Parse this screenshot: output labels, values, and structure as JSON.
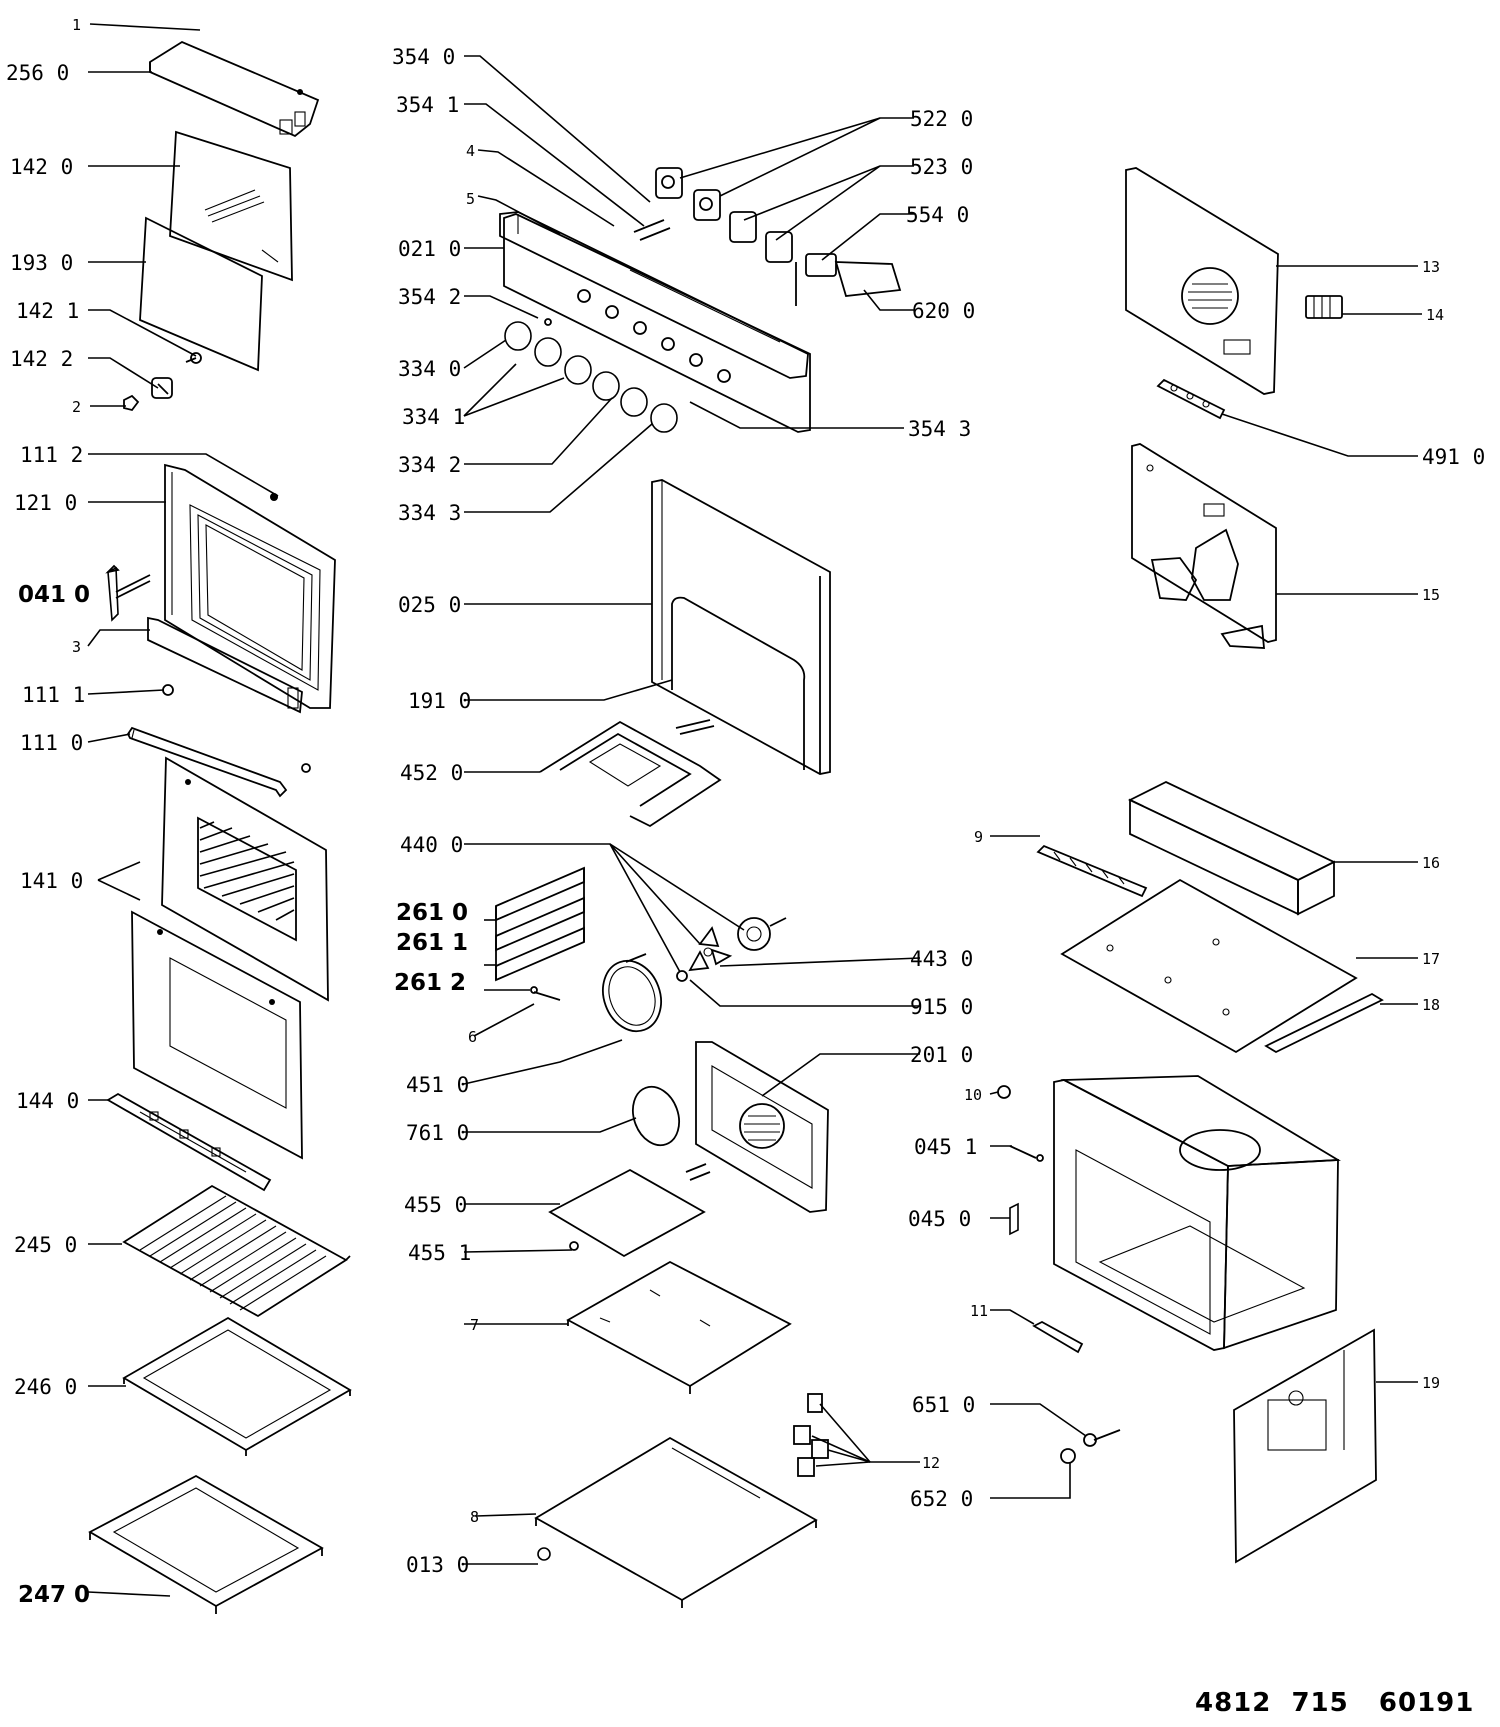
{
  "labels": {
    "p1": "1",
    "p256": "256 0",
    "p142_0": "142 0",
    "p193": "193 0",
    "p142_1": "142 1",
    "p142_2": "142 2",
    "p2": "2",
    "p111_2": "111 2",
    "p121": "121 0",
    "p041": "041 0",
    "p3": "3",
    "p111_1": "111 1",
    "p111_0": "111 0",
    "p141": "141 0",
    "p144": "144 0",
    "p245": "245 0",
    "p246": "246 0",
    "p247": "247 0",
    "p354_0": "354 0",
    "p354_1": "354 1",
    "p4": "4",
    "p5": "5",
    "p021": "021 0",
    "p354_2": "354 2",
    "p334_0": "334 0",
    "p334_1": "334 1",
    "p334_2": "334 2",
    "p334_3": "334 3",
    "p354_3": "354 3",
    "p522": "522 0",
    "p523": "523 0",
    "p554": "554 0",
    "p620": "620 0",
    "p025": "025 0",
    "p191": "191 0",
    "p452": "452 0",
    "p440": "440 0",
    "p261_0": "261 0",
    "p261_1": "261 1",
    "p261_2": "261 2",
    "p6": "6",
    "p443": "443 0",
    "p915": "915 0",
    "p201": "201 0",
    "p451": "451 0",
    "p761": "761 0",
    "p455_0": "455 0",
    "p455_1": "455 1",
    "p7": "7",
    "p8": "8",
    "p013": "013 0",
    "p12": "12",
    "p651": "651 0",
    "p652": "652 0",
    "p13": "13",
    "p14": "14",
    "p491": "491 0",
    "p15": "15",
    "p9": "9",
    "p16": "16",
    "p17": "17",
    "p18": "18",
    "p10": "10",
    "p045_1": "045 1",
    "p045_0": "045 0",
    "p11": "11",
    "p19": "19"
  },
  "doc_number": "4812  715   60191"
}
